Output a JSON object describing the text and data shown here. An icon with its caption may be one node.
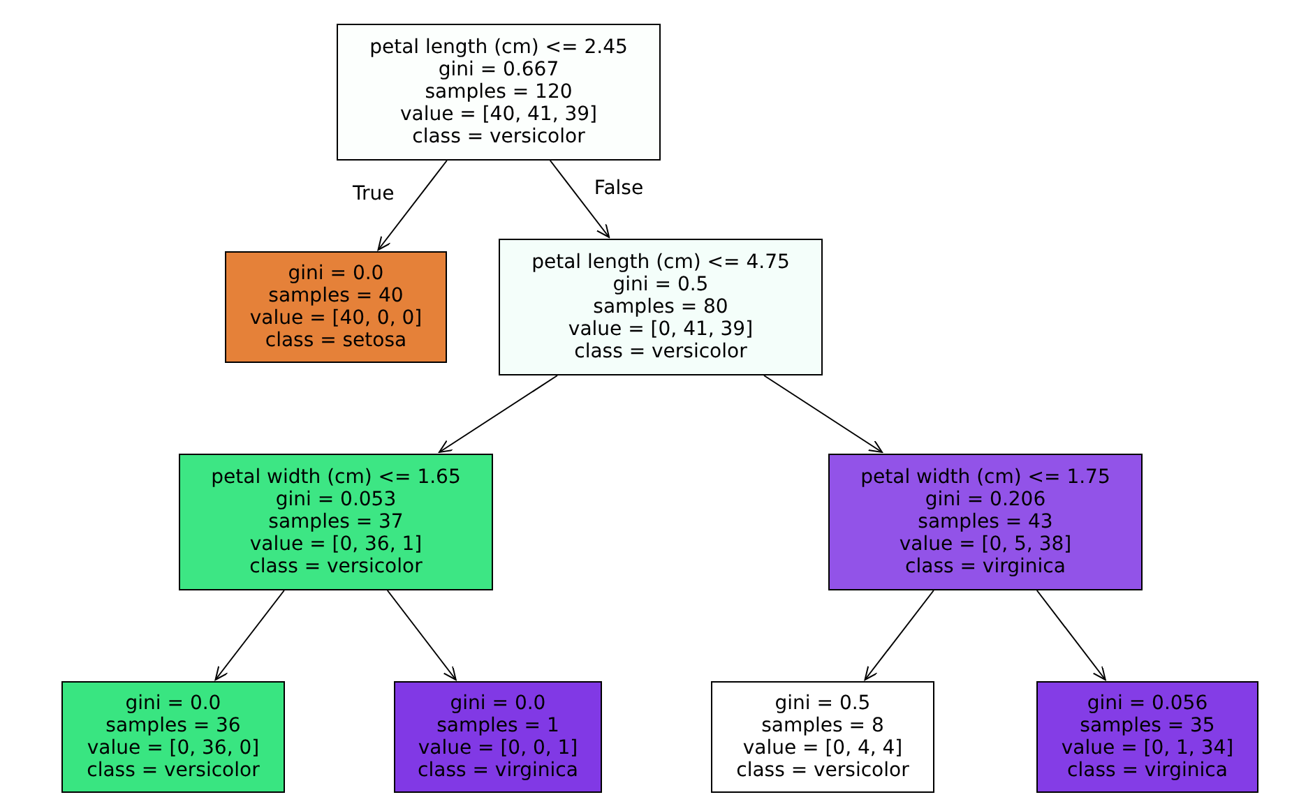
{
  "diagram": {
    "nodes": [
      {
        "text": [
          "petal length (cm) <= 2.45",
          "gini = 0.667",
          "samples = 120",
          "value = [40, 41, 39]",
          "class = versicolor"
        ]
      },
      {
        "text": [
          "gini = 0.0",
          "samples = 40",
          "value = [40, 0, 0]",
          "class = setosa"
        ]
      },
      {
        "text": [
          "petal length (cm) <= 4.75",
          "gini = 0.5",
          "samples = 80",
          "value = [0, 41, 39]",
          "class = versicolor"
        ]
      },
      {
        "text": [
          "petal width (cm) <= 1.65",
          "gini = 0.053",
          "samples = 37",
          "value = [0, 36, 1]",
          "class = versicolor"
        ]
      },
      {
        "text": [
          "petal width (cm) <= 1.75",
          "gini = 0.206",
          "samples = 43",
          "value = [0, 5, 38]",
          "class = virginica"
        ]
      },
      {
        "text": [
          "gini = 0.0",
          "samples = 36",
          "value = [0, 36, 0]",
          "class = versicolor"
        ]
      },
      {
        "text": [
          "gini = 0.0",
          "samples = 1",
          "value = [0, 0, 1]",
          "class = virginica"
        ]
      },
      {
        "text": [
          "gini = 0.5",
          "samples = 8",
          "value = [0, 4, 4]",
          "class = versicolor"
        ]
      },
      {
        "text": [
          "gini = 0.056",
          "samples = 35",
          "value = [0, 1, 34]",
          "class = virginica"
        ]
      }
    ],
    "edges": [
      {
        "from": 0,
        "to": 1,
        "arrow": "to",
        "label": "True"
      },
      {
        "from": 0,
        "to": 2,
        "arrow": "to",
        "label": "False"
      },
      {
        "from": 2,
        "to": 3,
        "arrow": "to"
      },
      {
        "from": 2,
        "to": 4,
        "arrow": "to"
      },
      {
        "from": 3,
        "to": 5,
        "arrow": "to"
      },
      {
        "from": 3,
        "to": 6,
        "arrow": "to"
      },
      {
        "from": 4,
        "to": 7,
        "arrow": "to"
      },
      {
        "from": 4,
        "to": 8,
        "arrow": "to"
      }
    ]
  }
}
